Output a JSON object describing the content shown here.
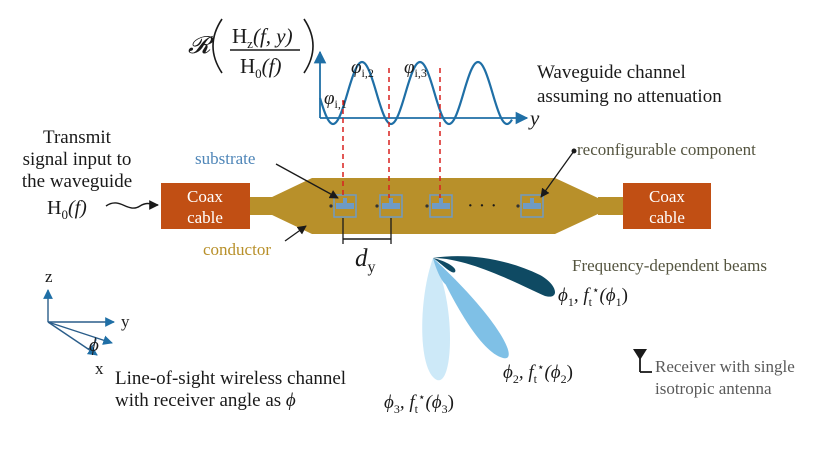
{
  "colors": {
    "coax": "#c14f14",
    "conductor": "#b8902a",
    "substrate": "#6f9bc4",
    "wave": "#1f6fa6",
    "dashed": "#d8201f",
    "beam_dark": "#0f4a63",
    "beam_mid": "#7fc0e6",
    "beam_light": "#cde9f8",
    "text": "#1a1a1a",
    "olive_text": "#555540",
    "gray_text": "#5a5a5a"
  },
  "labels": {
    "re_symbol": "𝓡",
    "frac_num": "H",
    "frac_num_sub": "z",
    "frac_num_args": "(f, y)",
    "frac_den": "H",
    "frac_den_sub": "0",
    "frac_den_args": "(f)",
    "phi_i1": "φ",
    "phi_i1_sub": "i,1",
    "phi_i2": "φ",
    "phi_i2_sub": "i,2",
    "phi_i3": "φ",
    "phi_i3_sub": "i,3",
    "wave_axis": "y",
    "waveguide_channel_line1": "Waveguide channel",
    "waveguide_channel_line2": "assuming no attenuation",
    "transmit_line1": "Transmit",
    "transmit_line2": "signal input to",
    "transmit_line3": "the waveguide",
    "h0": "H",
    "h0_sub": "0",
    "h0_args": "(f)",
    "substrate": "substrate",
    "reconfigurable": "reconfigurable component",
    "coax_left_line1": "Coax",
    "coax_left_line2": "cable",
    "coax_right_line1": "Coax",
    "coax_right_line2": "cable",
    "conductor": "conductor",
    "ellipsis": "· · ·",
    "dy": "d",
    "dy_sub": "y",
    "freq_beams": "Frequency-dependent beams",
    "beam1_phi": "ϕ",
    "beam1_phi_sub": "1",
    "beam1_f": ", f",
    "beam1_f_sub": "t",
    "beam1_f_sup": "⋆",
    "beam1_args": "(ϕ",
    "beam1_args_sub": "1",
    "beam1_close": ")",
    "beam2_phi": "ϕ",
    "beam2_phi_sub": "2",
    "beam2_f": ", f",
    "beam2_f_sub": "t",
    "beam2_f_sup": "⋆",
    "beam2_args": "(ϕ",
    "beam2_args_sub": "2",
    "beam2_close": ")",
    "beam3_phi": "ϕ",
    "beam3_phi_sub": "3",
    "beam3_f": ", f",
    "beam3_f_sub": "t",
    "beam3_f_sup": "⋆",
    "beam3_args": "(ϕ",
    "beam3_args_sub": "3",
    "beam3_close": ")",
    "axis_z": "z",
    "axis_y": "y",
    "axis_x": "x",
    "axis_phi": "ϕ",
    "los_line1": "Line-of-sight wireless channel",
    "los_line2": "with receiver angle as ",
    "los_phi": "ϕ",
    "receiver_line1": "Receiver with single",
    "receiver_line2": "isotropic antenna"
  }
}
